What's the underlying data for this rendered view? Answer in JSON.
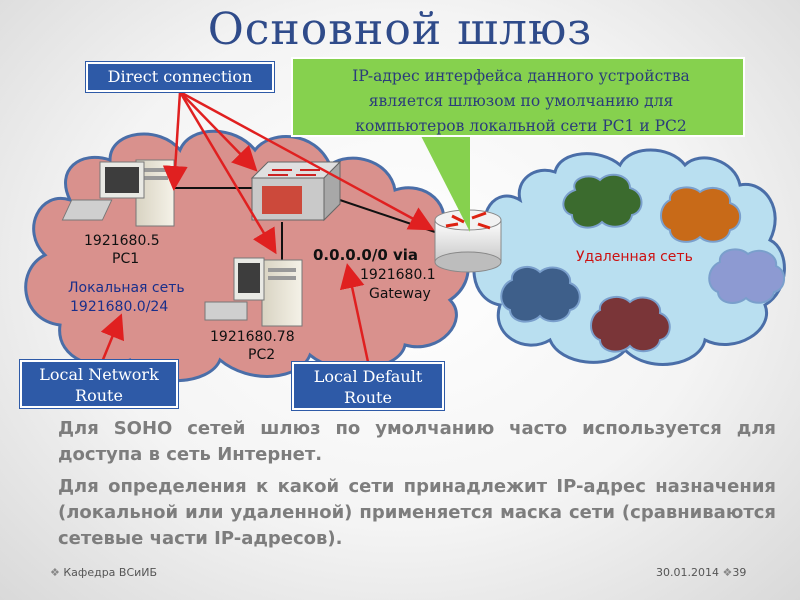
{
  "title": "Основной шлюз",
  "labels": {
    "direct": "Direct connection",
    "local_route_line1": "Local Network",
    "local_route_line2": "Route",
    "default_route_line1": "Local Default",
    "default_route_line2": "Route"
  },
  "callout": {
    "line1": "IP-адрес интерфейса данного устройства",
    "line2": "является шлюзом по умолчанию для",
    "line3": "компьютеров локальной сети PC1 и PC2"
  },
  "pc1": {
    "ip": "1921680.5",
    "name": "PC1"
  },
  "pc2": {
    "ip": "1921680.78",
    "name": "PC2"
  },
  "gateway": {
    "via": "0.0.0.0/0 via",
    "ip": "1921680.1",
    "label": "Gateway"
  },
  "local_net": {
    "name": "Локальная сеть",
    "addr": "1921680.0/24"
  },
  "remote_net": {
    "name": "Удаленная сеть"
  },
  "paragraphs": {
    "p1": "Для SOHO сетей шлюз по умолчанию часто используется для доступа в сеть Интернет.",
    "p2": "Для определения к какой сети принадлежит IP-адрес назначения (локальной или удаленной) применяется маска сети (сравниваются сетевые части IP-адресов)."
  },
  "footer": {
    "dept": "Кафедра ВСиИБ",
    "date": "30.01.2014",
    "page": "39"
  },
  "colors": {
    "local_cloud": "#d9918d",
    "remote_cloud": "#b9dff0",
    "arrow": "#e02020",
    "label_bg": "#2e5aa7",
    "callout_bg": "#86d14e",
    "title": "#2f4b8a"
  }
}
